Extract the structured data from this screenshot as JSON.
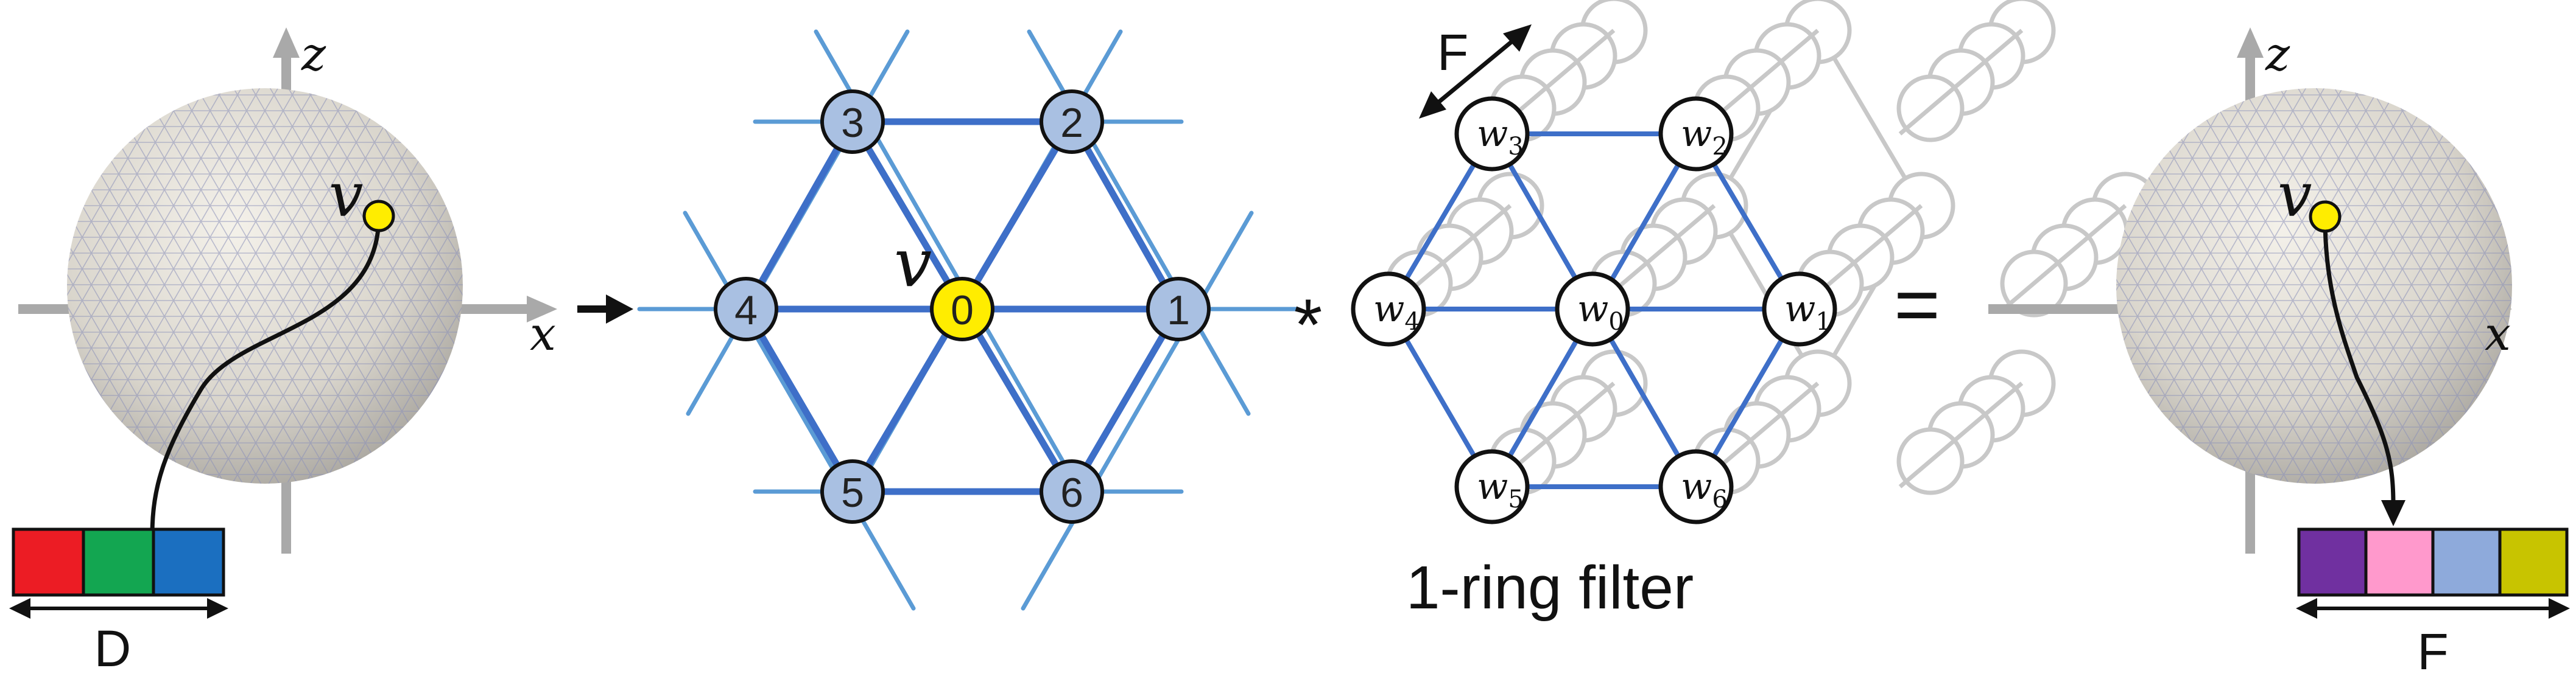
{
  "left_sphere": {
    "axis_z": "z",
    "axis_x": "x",
    "vertex_label": "v",
    "feature_colors": [
      "#ec1c24",
      "#13a651",
      "#1b6fc0"
    ],
    "dim_label": "D"
  },
  "operators": {
    "arrow": "→",
    "convolve": "*",
    "equals": "="
  },
  "mesh": {
    "center_label": "v",
    "nodes": [
      "0",
      "1",
      "2",
      "3",
      "4",
      "5",
      "6"
    ],
    "center_color": "#ffed00",
    "node_color": "#a9c0e2",
    "edge_color": "#3e6fc8"
  },
  "filter": {
    "depth_label": "F",
    "weights": [
      {
        "base": "w",
        "sub": "0"
      },
      {
        "base": "w",
        "sub": "1"
      },
      {
        "base": "w",
        "sub": "2"
      },
      {
        "base": "w",
        "sub": "3"
      },
      {
        "base": "w",
        "sub": "4"
      },
      {
        "base": "w",
        "sub": "5"
      },
      {
        "base": "w",
        "sub": "6"
      }
    ],
    "caption": "1-ring filter"
  },
  "right_sphere": {
    "axis_z": "z",
    "axis_x": "x",
    "vertex_label": "v",
    "feature_colors": [
      "#7030a0",
      "#ff99cc",
      "#8eaadb",
      "#c8c400"
    ],
    "dim_label": "F"
  }
}
